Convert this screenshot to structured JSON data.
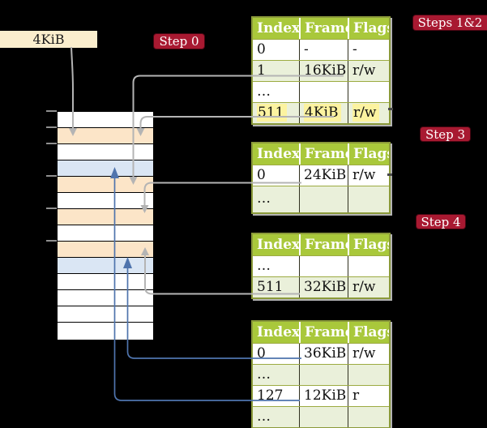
{
  "frame_label": {
    "text": "4KiB"
  },
  "badges": {
    "step0": {
      "label": "Step 0"
    },
    "steps12": {
      "label": "Steps 1&2"
    },
    "step3": {
      "label": "Step 3"
    },
    "step4": {
      "label": "Step 4"
    }
  },
  "memory": {
    "rows": [
      "white",
      "orange",
      "white",
      "blue",
      "orange",
      "white",
      "orange",
      "white",
      "orange",
      "blue",
      "white",
      "white",
      "white",
      "white"
    ],
    "tick_ys": [
      136,
      156,
      176,
      216,
      256,
      296
    ]
  },
  "tables": [
    {
      "name": "page-table-steps-1-2",
      "headers": [
        "Index",
        "Frame",
        "Flags"
      ],
      "rows": [
        {
          "cells": [
            "0",
            "-",
            "-"
          ],
          "shaded": false,
          "highlighted": false,
          "tall": false
        },
        {
          "cells": [
            "1",
            "16KiB",
            "r/w"
          ],
          "shaded": true,
          "highlighted": false,
          "tall": false
        },
        {
          "cells": [
            "…",
            "",
            ""
          ],
          "shaded": false,
          "highlighted": false,
          "tall": false
        },
        {
          "cells": [
            "511",
            "4KiB",
            "r/w"
          ],
          "shaded": true,
          "highlighted": true,
          "tall": false
        }
      ]
    },
    {
      "name": "page-table-step-3",
      "headers": [
        "Index",
        "Frame",
        "Flags"
      ],
      "rows": [
        {
          "cells": [
            "0",
            "24KiB",
            "r/w"
          ],
          "shaded": false,
          "highlighted": false,
          "tall": false
        },
        {
          "cells": [
            "…",
            "",
            ""
          ],
          "shaded": true,
          "highlighted": false,
          "tall": true
        }
      ]
    },
    {
      "name": "page-table-step-4",
      "headers": [
        "Index",
        "Frame",
        "Flags"
      ],
      "rows": [
        {
          "cells": [
            "…",
            "",
            ""
          ],
          "shaded": false,
          "highlighted": false,
          "tall": false
        },
        {
          "cells": [
            "511",
            "32KiB",
            "r/w"
          ],
          "shaded": true,
          "highlighted": false,
          "tall": false
        }
      ]
    },
    {
      "name": "page-table-final",
      "headers": [
        "Index",
        "Frame",
        "Flags"
      ],
      "rows": [
        {
          "cells": [
            "0",
            "36KiB",
            "r/w"
          ],
          "shaded": false,
          "highlighted": false,
          "tall": false
        },
        {
          "cells": [
            "…",
            "",
            ""
          ],
          "shaded": true,
          "highlighted": false,
          "tall": false
        },
        {
          "cells": [
            "127",
            "12KiB",
            "r"
          ],
          "shaded": false,
          "highlighted": false,
          "tall": false
        },
        {
          "cells": [
            "…",
            "",
            ""
          ],
          "shaded": true,
          "highlighted": false,
          "tall": false
        }
      ]
    }
  ],
  "colors": {
    "background": "#000000",
    "badge_red": "#a81931",
    "badge_text": "#ffffff",
    "table_header_green": "#a9c83b",
    "table_row_green": "#eaf0da",
    "table_border_olive": "#8b9a3a",
    "row_separator": "#9cab42",
    "column_separator": "#30301f",
    "highlight_yellow": "#fcf3a0",
    "frame_label_bg": "#fbeecd",
    "memory_orange": "#fce5c8",
    "memory_blue": "#dae6f4",
    "memory_white": "#ffffff",
    "gray_line": "#b4b4b4",
    "blue_line": "#4f74ad",
    "tick_gray": "#8f8f8f"
  }
}
